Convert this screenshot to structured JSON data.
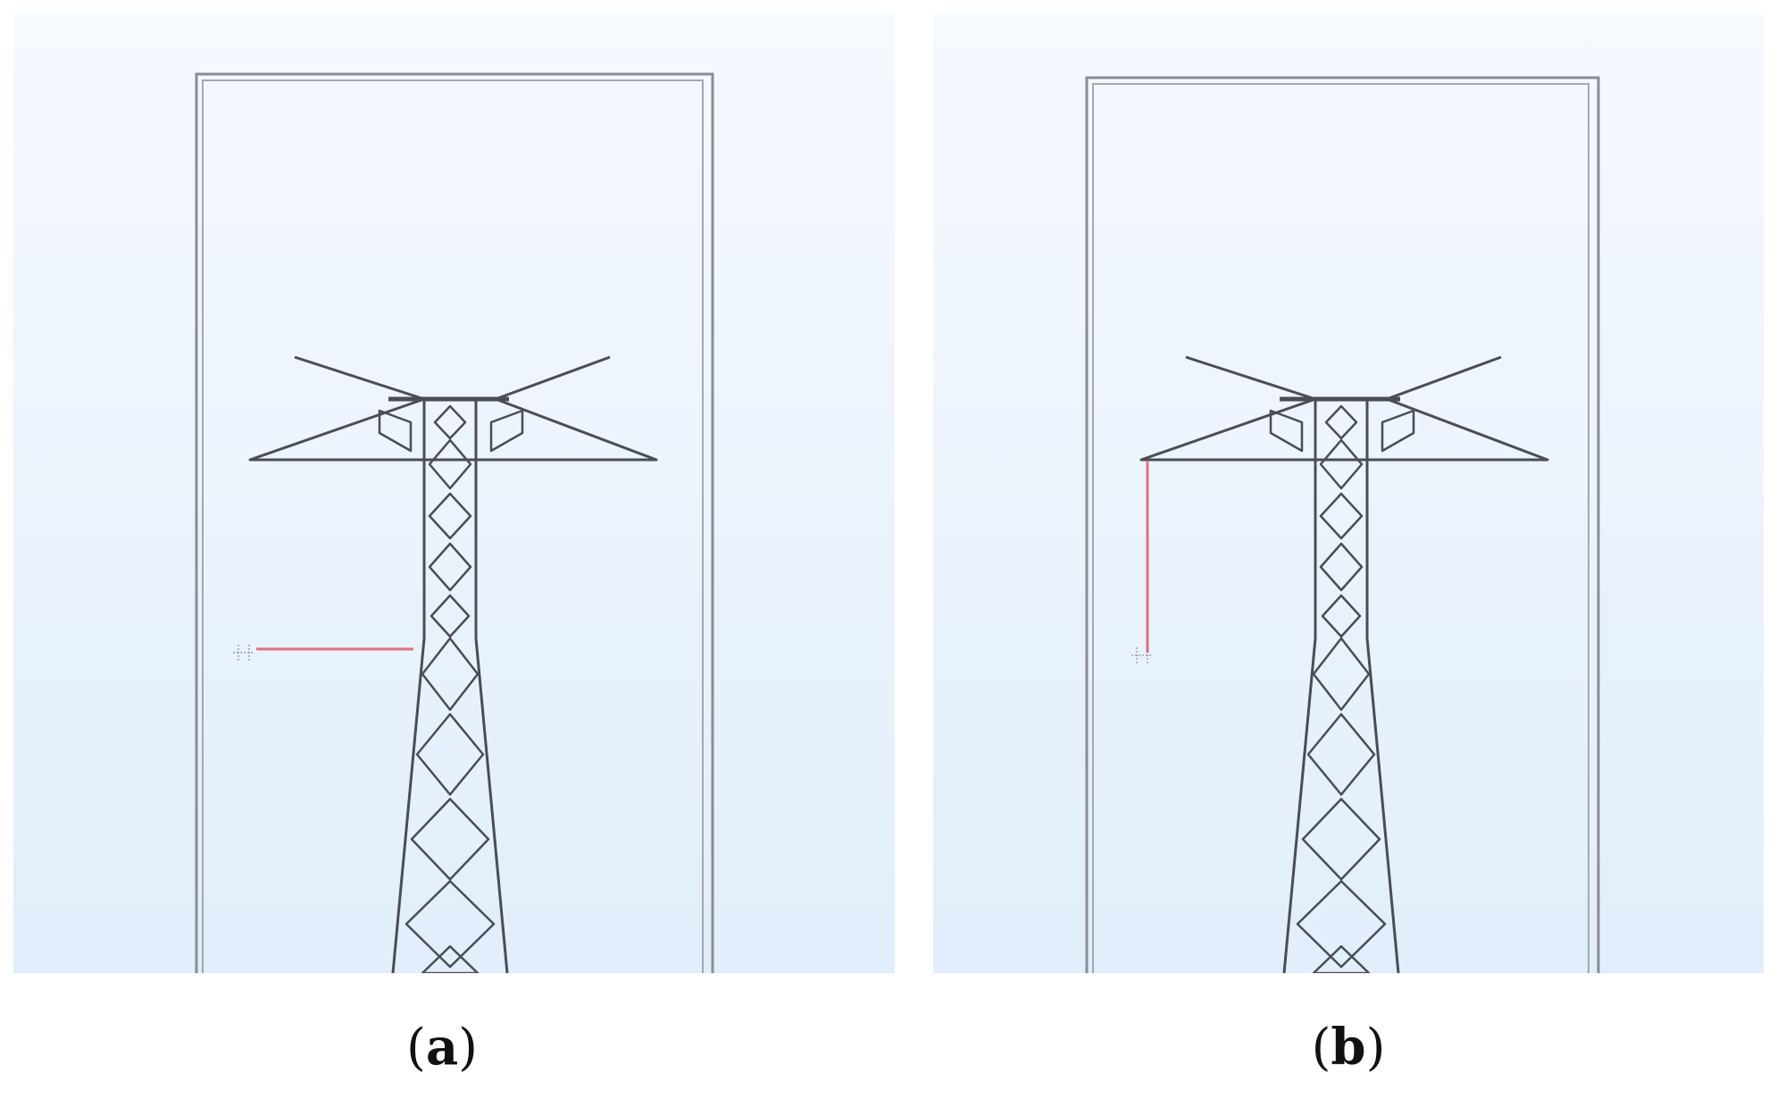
{
  "panels": [
    {
      "id": "a",
      "label": "a"
    },
    {
      "id": "b",
      "label": "b"
    }
  ],
  "colors": {
    "background_top": "#f6f9fe",
    "background_bottom": "#e1eefb",
    "structure": "#4a4d55",
    "frame": "#8a8d94",
    "highlight": "#e0707a"
  }
}
